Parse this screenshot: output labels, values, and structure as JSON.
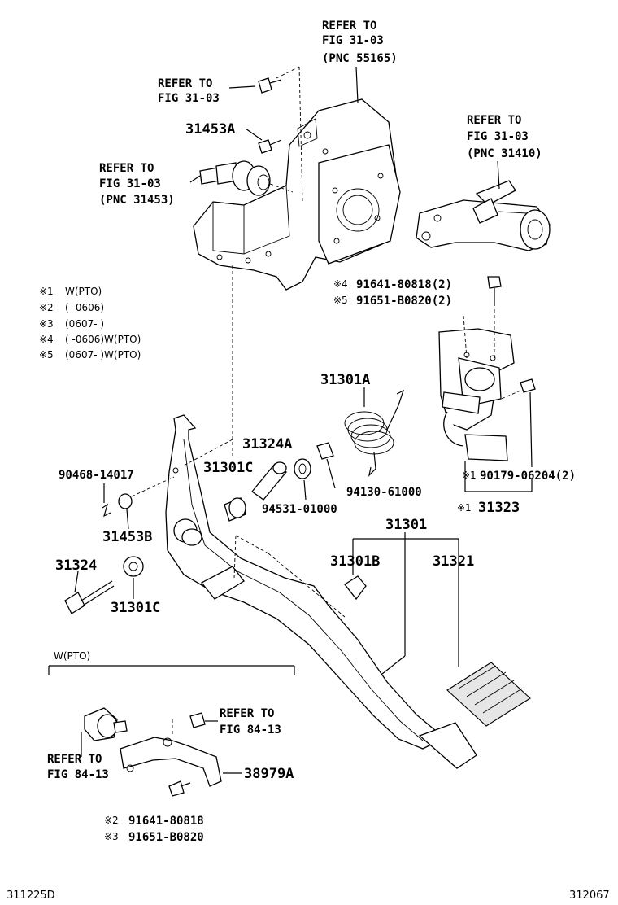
{
  "figure": {
    "code_left": "311225D",
    "code_right": "312067"
  },
  "refs": {
    "ref_top_pnc55165": [
      "REFER TO",
      "FIG 31-03",
      "(PNC 55165)"
    ],
    "ref_top_left": [
      "REFER TO",
      "FIG 31-03"
    ],
    "ref_switch_pnc31453": [
      "REFER TO",
      "FIG 31-03",
      "(PNC 31453)"
    ],
    "ref_right_pnc31410": [
      "REFER TO",
      "FIG 31-03",
      "(PNC 31410)"
    ],
    "ref_bottom_right_fig84": [
      "REFER TO",
      "FIG 84-13"
    ],
    "ref_bottom_left_fig84": [
      "REFER TO",
      "FIG 84-13"
    ]
  },
  "notes": [
    {
      "mark": "※1",
      "text": "W(PTO)"
    },
    {
      "mark": "※2",
      "text": "(      -0606)"
    },
    {
      "mark": "※3",
      "text": "(0607-      )"
    },
    {
      "mark": "※4",
      "text": "(      -0606)W(PTO)"
    },
    {
      "mark": "※5",
      "text": "(0607-      )W(PTO)"
    }
  ],
  "parts": {
    "p31453A": "31453A",
    "p31301A": "31301A",
    "p31324A": "31324A",
    "p31301C_top": "31301C",
    "p90468": "90468-14017",
    "p31453B": "31453B",
    "p94130": "94130-61000",
    "p94531": "94531-01000",
    "p31301": "31301",
    "p31301B": "31301B",
    "p31321": "31321",
    "p31324": "31324",
    "p31301C_bottom": "31301C",
    "p38979A": "38979A",
    "p91641_top": "91641-80818(2)",
    "p91651_top": "91651-B0820(2)",
    "p90179": "90179-06204(2)",
    "p31323": "31323",
    "p91641_bottom": "91641-80818",
    "p91651_bottom": "91651-B0820"
  },
  "marks": {
    "m4": "※4",
    "m5": "※5",
    "m1a": "※1",
    "m1b": "※1",
    "m2": "※2",
    "m3": "※3"
  },
  "sections": {
    "pto_label": "W(PTO)"
  }
}
